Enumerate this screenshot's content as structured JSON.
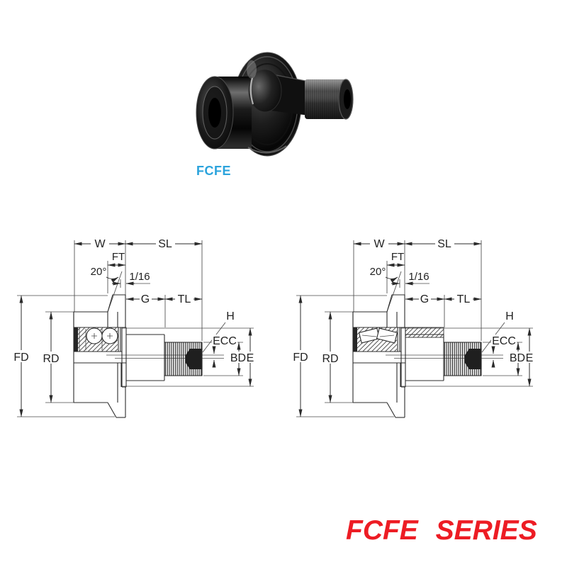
{
  "photo": {
    "caption": "FCFE",
    "caption_color": "#2ba3dc",
    "description": "FCFE flanged stud cam follower product photo"
  },
  "series_banner": {
    "text": "FCFE SERIES",
    "color": "#ed1c24"
  },
  "dim_labels": {
    "w": "W",
    "ft": "FT",
    "sl": "SL",
    "angle": "20°",
    "fraction": "1/16",
    "g": "G",
    "tl": "TL",
    "h": "H",
    "ecc": "ECC",
    "fd": "FD",
    "rd": "RD",
    "bd": "BD",
    "e": "E"
  },
  "drawings": {
    "left": {
      "bearing": "double-row ball cross-section"
    },
    "right": {
      "bearing": "tapered roller cross-section"
    }
  }
}
